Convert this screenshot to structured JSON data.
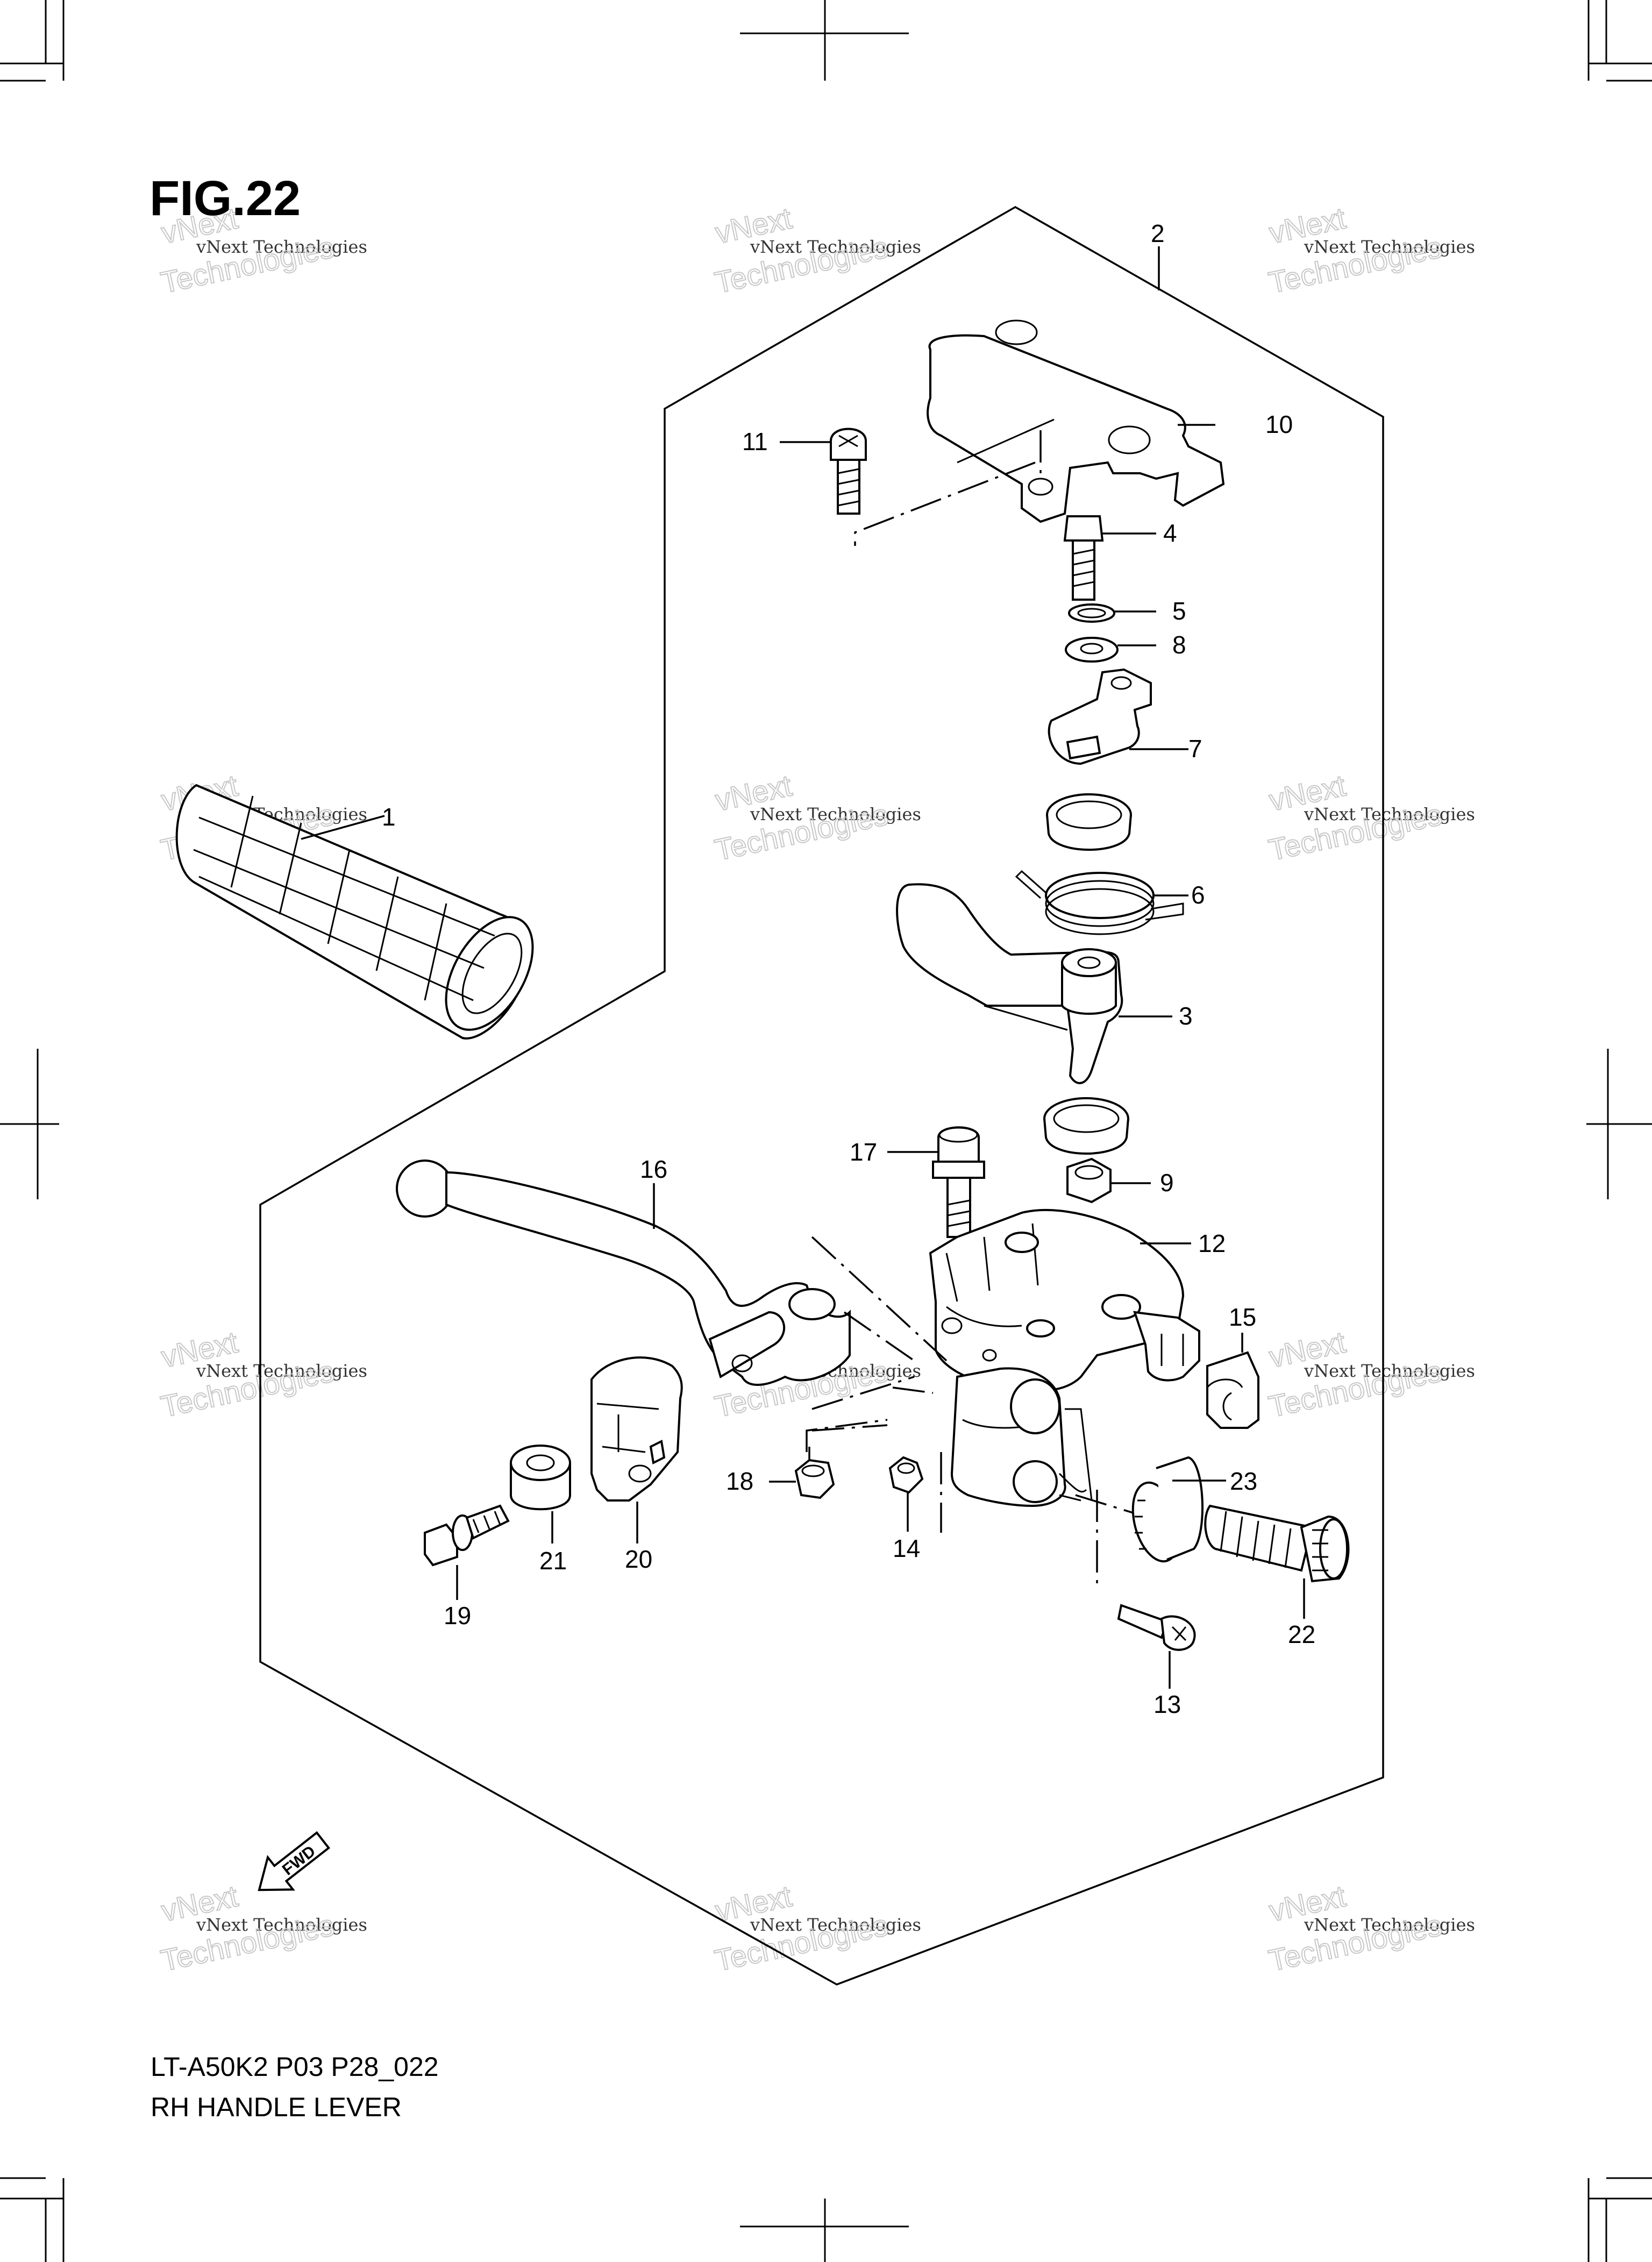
{
  "figure": {
    "title": "FIG.22",
    "model_code": "LT-A50K2 P03 P28_022",
    "caption": "RH HANDLE LEVER",
    "fwd_label": "FWD"
  },
  "watermark": {
    "line1": "vNext Technologies",
    "line2": "vNext",
    "line3": "Technologies"
  },
  "callouts": [
    "1",
    "2",
    "3",
    "4",
    "5",
    "6",
    "7",
    "8",
    "9",
    "10",
    "11",
    "12",
    "13",
    "14",
    "15",
    "16",
    "17",
    "18",
    "19",
    "20",
    "21",
    "22",
    "23"
  ]
}
